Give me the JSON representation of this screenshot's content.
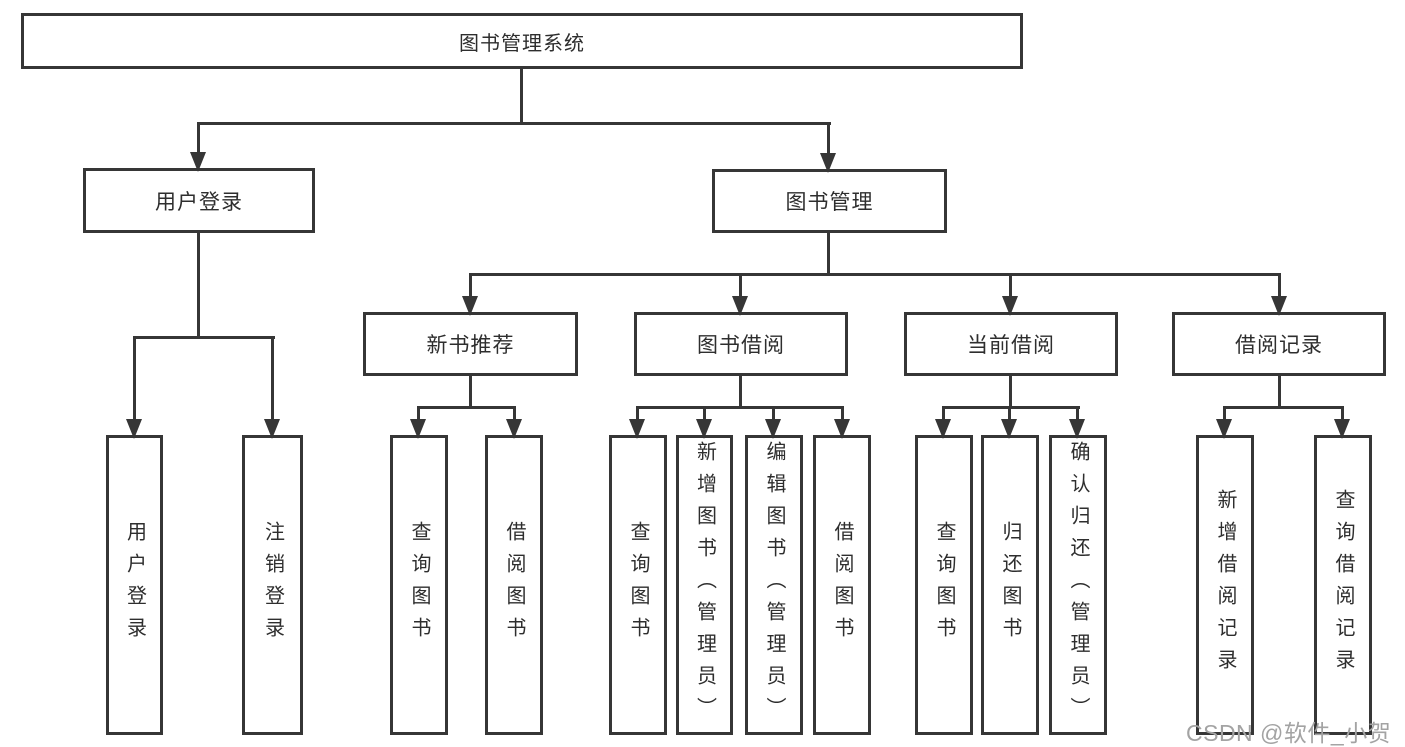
{
  "diagram": {
    "type": "hierarchy-tree",
    "root": {
      "label": "图书管理系统"
    },
    "level2": {
      "user_login": {
        "label": "用户登录"
      },
      "book_mgmt": {
        "label": "图书管理"
      }
    },
    "level3": {
      "new_book_rec": {
        "label": "新书推荐"
      },
      "book_borrow": {
        "label": "图书借阅"
      },
      "current_borrow": {
        "label": "当前借阅"
      },
      "borrow_record": {
        "label": "借阅记录"
      }
    },
    "leaves": {
      "login_user": {
        "label": "用户登录"
      },
      "login_logout": {
        "label": "注销登录"
      },
      "nb_query": {
        "label": "查询图书"
      },
      "nb_borrow": {
        "label": "借阅图书"
      },
      "bb_query": {
        "label": "查询图书"
      },
      "bb_add": {
        "label": "新增图书（管理员）"
      },
      "bb_edit": {
        "label": "编辑图书（管理员）"
      },
      "bb_borrow": {
        "label": "借阅图书"
      },
      "cb_query": {
        "label": "查询图书"
      },
      "cb_return": {
        "label": "归还图书"
      },
      "cb_confirm": {
        "label": "确认归还（管理员）"
      },
      "br_add": {
        "label": "新增借阅记录"
      },
      "br_query": {
        "label": "查询借阅记录"
      }
    },
    "watermark": "CSDN @软件_小贺同学",
    "colors": {
      "line": "#363636",
      "box_border": "#363636",
      "box_background": "#ffffff",
      "text": "#2e2e2e",
      "watermark_text": "#a3a3a3"
    }
  }
}
